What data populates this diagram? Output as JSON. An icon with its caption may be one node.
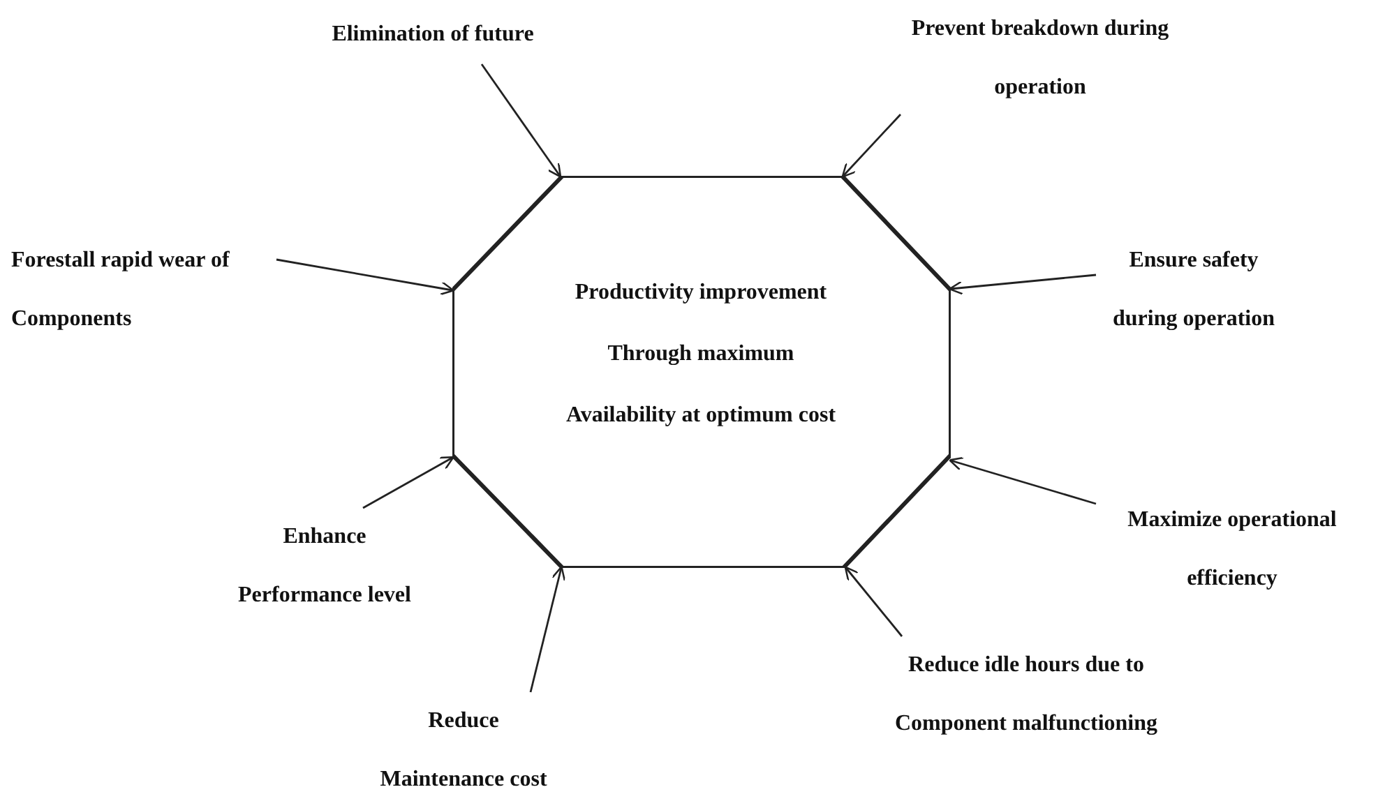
{
  "diagram": {
    "nodes": [
      {
        "text": [
          "Productivity improvement Through maximum Availability at optimum cost"
        ]
      },
      {
        "text": [
          "Elimination of future"
        ]
      },
      {
        "text": [
          "Prevent breakdown during operation"
        ]
      },
      {
        "text": [
          "Forestall rapid wear of Components"
        ]
      },
      {
        "text": [
          "Ensure safety during operation"
        ]
      },
      {
        "text": [
          "Maximize operational efficiency"
        ]
      },
      {
        "text": [
          "Enhance Performance level"
        ]
      },
      {
        "text": [
          "Reduce idle hours due to Component malfunctioning"
        ]
      },
      {
        "text": [
          "Reduce Maintenance cost"
        ]
      }
    ],
    "edges": [
      {
        "from": 1,
        "to": 0,
        "arrow": "to"
      },
      {
        "from": 2,
        "to": 0,
        "arrow": "to"
      },
      {
        "from": 3,
        "to": 0,
        "arrow": "to"
      },
      {
        "from": 4,
        "to": 0,
        "arrow": "to"
      },
      {
        "from": 5,
        "to": 0,
        "arrow": "to"
      },
      {
        "from": 6,
        "to": 0,
        "arrow": "to"
      },
      {
        "from": 7,
        "to": 0,
        "arrow": "to"
      },
      {
        "from": 8,
        "to": 0,
        "arrow": "to"
      }
    ]
  }
}
